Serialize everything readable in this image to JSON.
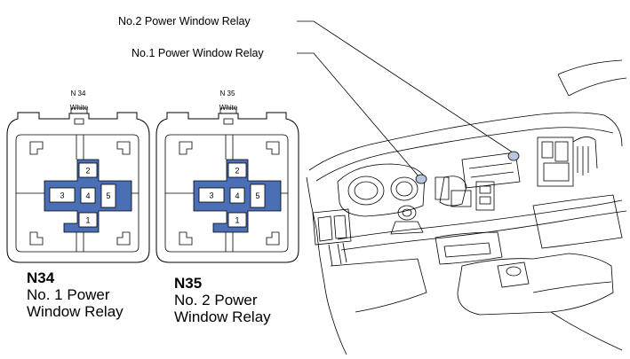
{
  "callouts": {
    "relay2": "No.2 Power Window Relay",
    "relay1": "No.1 Power Window Relay"
  },
  "connectors": [
    {
      "id_small": "N 34",
      "color": "White",
      "code": "N34",
      "name_line1": "No. 1 Power",
      "name_line2": "Window Relay",
      "pins": [
        "1",
        "2",
        "3",
        "4",
        "5"
      ]
    },
    {
      "id_small": "N 35",
      "color": "White",
      "code": "N35",
      "name_line1": "No. 2 Power",
      "name_line2": "Window Relay",
      "pins": [
        "1",
        "2",
        "3",
        "4",
        "5"
      ]
    }
  ],
  "colors": {
    "cavity_fill": "#4a6fb5",
    "line": "#000000"
  }
}
